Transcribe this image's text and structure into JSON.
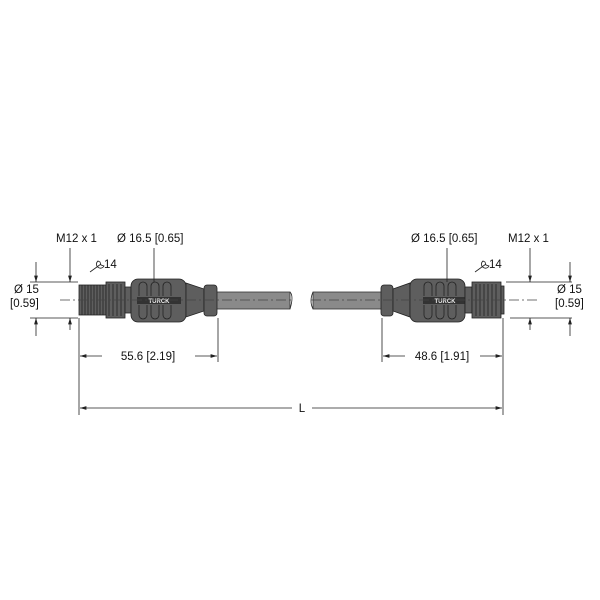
{
  "left_connector": {
    "thread_label": "M12 x 1",
    "diameter_label": "Ø 16.5 [0.65]",
    "wrench_label": "14",
    "nut_diameter_label_line1": "Ø 15",
    "nut_diameter_label_line2": "[0.59]",
    "length_label": "55.6 [2.19]",
    "brand_text": "TURCK"
  },
  "right_connector": {
    "thread_label": "M12 x 1",
    "diameter_label": "Ø 16.5 [0.65]",
    "wrench_label": "14",
    "nut_diameter_label_line1": "Ø 15",
    "nut_diameter_label_line2": "[0.59]",
    "length_label": "48.6 [1.91]",
    "brand_text": "TURCK"
  },
  "overall_length_label": "L",
  "colors": {
    "connector_body": "#5e5e5e",
    "cable": "#8a8a8a",
    "lines": "#222222"
  }
}
